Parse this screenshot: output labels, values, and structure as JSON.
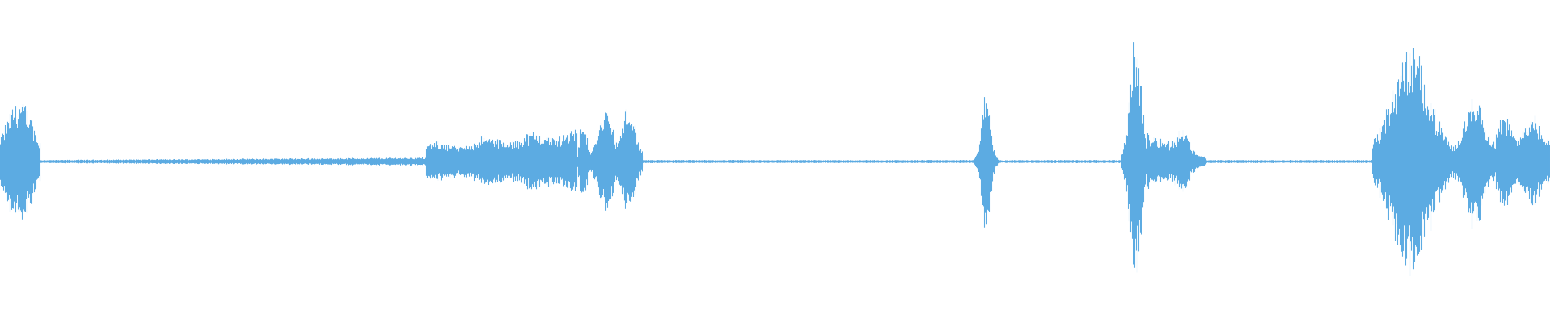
{
  "waveform": {
    "color": "#5dabe2",
    "background": "#ffffff",
    "duration_fraction_note": "",
    "segments": [
      {
        "start": 0.0,
        "end": 0.026,
        "peak": 0.48,
        "shape": "blob"
      },
      {
        "start": 0.026,
        "end": 0.275,
        "peak": 0.02,
        "shape": "quiet-rising"
      },
      {
        "start": 0.275,
        "end": 0.372,
        "peak": 0.2,
        "shape": "plateau-rising"
      },
      {
        "start": 0.372,
        "end": 0.38,
        "peak": 0.35,
        "shape": "burst"
      },
      {
        "start": 0.38,
        "end": 0.415,
        "peak": 0.4,
        "shape": "double-burst"
      },
      {
        "start": 0.415,
        "end": 0.628,
        "peak": 0.02,
        "shape": "quiet"
      },
      {
        "start": 0.628,
        "end": 0.648,
        "peak": 0.52,
        "shape": "spike"
      },
      {
        "start": 0.648,
        "end": 0.723,
        "peak": 0.02,
        "shape": "quiet"
      },
      {
        "start": 0.723,
        "end": 0.74,
        "peak": 0.95,
        "shape": "tall-spike"
      },
      {
        "start": 0.74,
        "end": 0.778,
        "peak": 0.28,
        "shape": "tail"
      },
      {
        "start": 0.778,
        "end": 0.885,
        "peak": 0.01,
        "shape": "quiet"
      },
      {
        "start": 0.885,
        "end": 0.935,
        "peak": 0.8,
        "shape": "large-burst"
      },
      {
        "start": 0.935,
        "end": 0.965,
        "peak": 0.55,
        "shape": "mid-burst"
      },
      {
        "start": 0.965,
        "end": 1.0,
        "peak": 0.38,
        "shape": "plateau"
      }
    ]
  }
}
